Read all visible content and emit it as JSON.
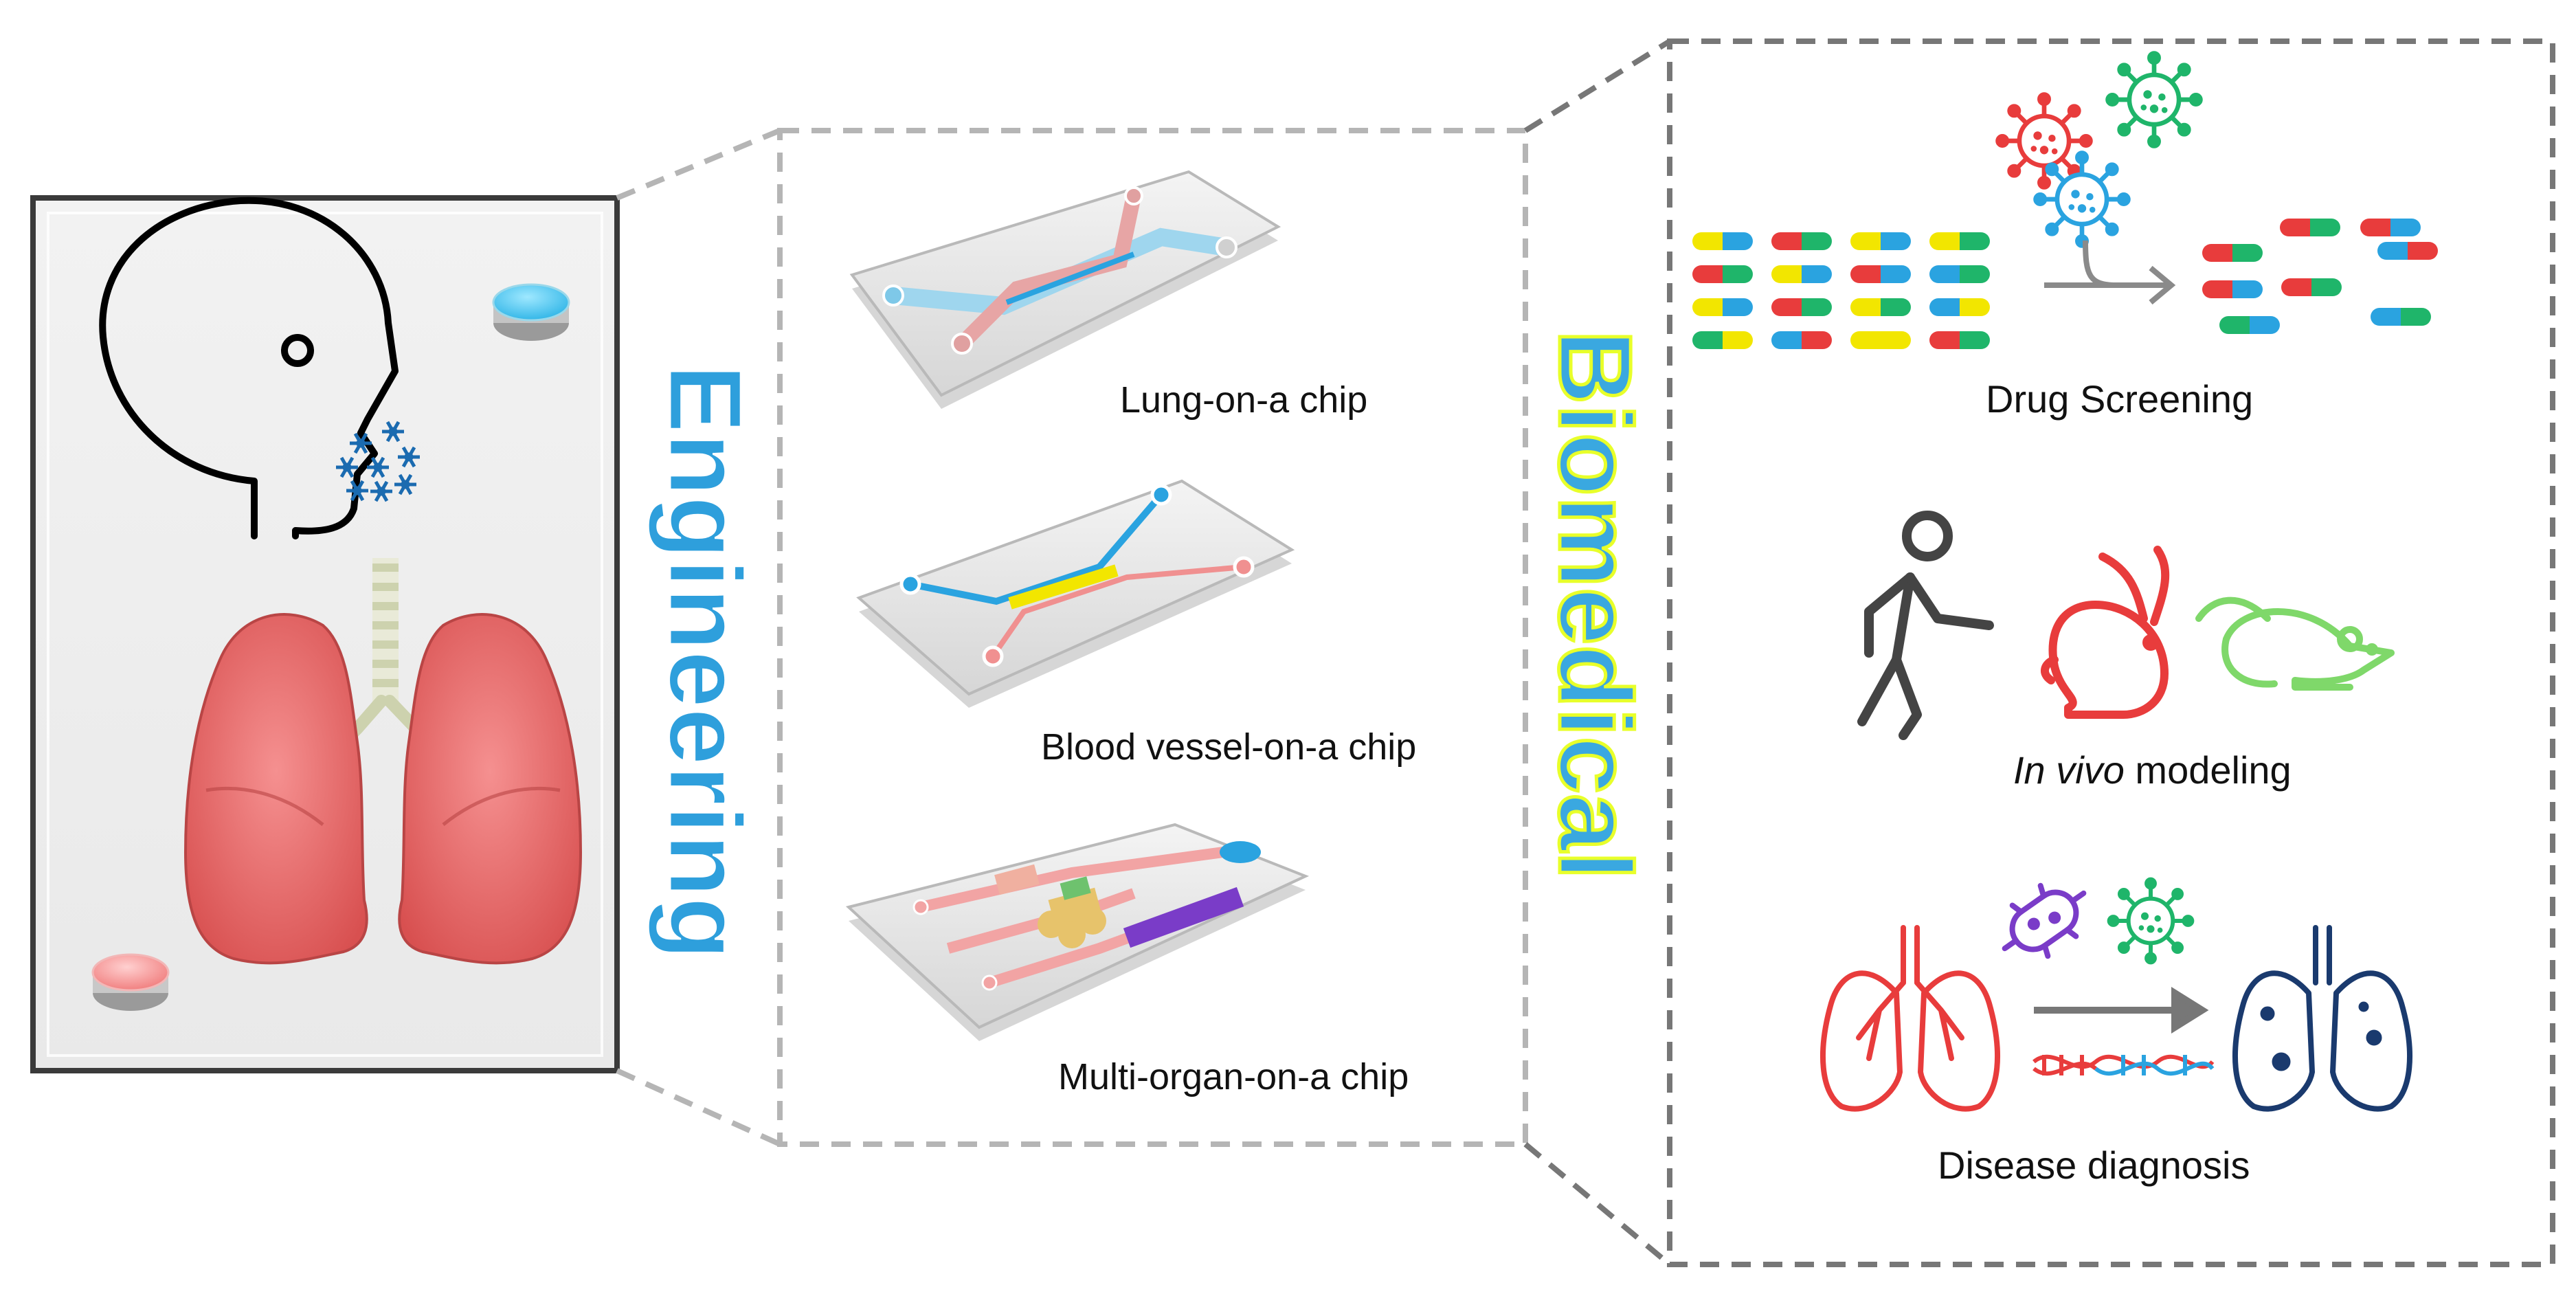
{
  "colors": {
    "engineering_text": "#2e9fdc",
    "biomedical_text": "#3aa8e0",
    "biomedical_outline": "#e8ff2a",
    "dashed_border": "#7a7a7a",
    "lung": "#e86a6a",
    "lung_dark": "#c84848",
    "trachea": "#c9cfaa",
    "blue_accent": "#2aa3e0",
    "red_accent": "#e83c3c",
    "green_accent": "#1fb56a",
    "yellow_accent": "#f2e600",
    "purple_accent": "#7a3cc8",
    "navy_accent": "#1a3a6e"
  },
  "left_panel": {
    "head_icon": "human-head-profile",
    "droplets_icon": "virus-droplets",
    "lungs_icon": "lungs",
    "buttons": [
      "blue-port-button",
      "red-port-button"
    ]
  },
  "engineering": {
    "title": "Engineering",
    "chips": [
      {
        "label": "Lung-on-a chip",
        "icon": "lung-chip"
      },
      {
        "label": "Blood vessel-on-a chip",
        "icon": "vessel-chip"
      },
      {
        "label": "Multi-organ-on-a chip",
        "icon": "multi-organ-chip"
      }
    ]
  },
  "biomedical": {
    "title": "Biomedical",
    "sections": {
      "drug": {
        "label": "Drug Screening",
        "icons": [
          "virus-icon",
          "capsule-icon",
          "arrow-icon"
        ]
      },
      "invivo": {
        "label_italic": "In vivo",
        "label_rest": " modeling",
        "icons": [
          "walking-person-icon",
          "rabbit-icon",
          "mouse-icon"
        ]
      },
      "diagnosis": {
        "label": "Disease diagnosis",
        "icons": [
          "lungs-outline-icon",
          "bacteria-icon",
          "virus-icon",
          "dna-icon",
          "infected-lungs-icon"
        ]
      }
    }
  }
}
